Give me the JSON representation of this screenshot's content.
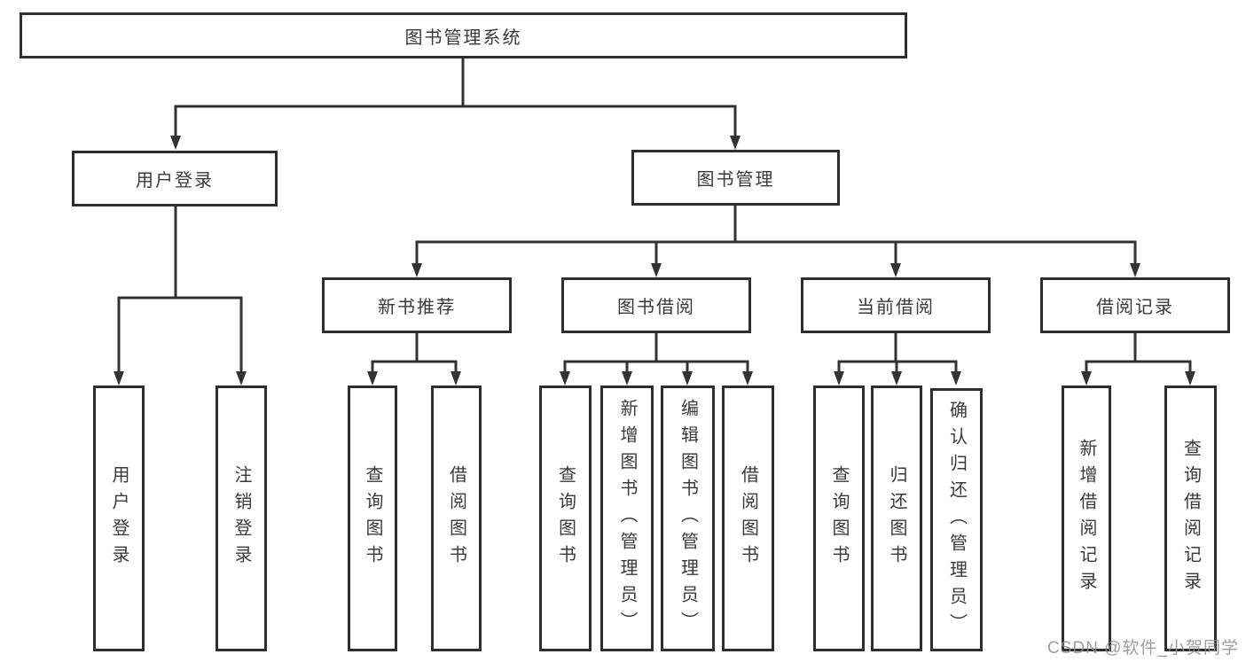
{
  "tree": {
    "label": "图书管理系统",
    "children": [
      {
        "label": "用户登录",
        "children": [
          {
            "label": "用户登录"
          },
          {
            "label": "注销登录"
          }
        ]
      },
      {
        "label": "图书管理",
        "children": [
          {
            "label": "新书推荐",
            "children": [
              {
                "label": "查询图书"
              },
              {
                "label": "借阅图书"
              }
            ]
          },
          {
            "label": "图书借阅",
            "children": [
              {
                "label": "查询图书"
              },
              {
                "label": "新增图书（管理员）"
              },
              {
                "label": "编辑图书（管理员）"
              },
              {
                "label": "借阅图书"
              }
            ]
          },
          {
            "label": "当前借阅",
            "children": [
              {
                "label": "查询图书"
              },
              {
                "label": "归还图书"
              },
              {
                "label": "确认归还（管理员）"
              }
            ]
          },
          {
            "label": "借阅记录",
            "children": [
              {
                "label": "新增借阅记录"
              },
              {
                "label": "查询借阅记录"
              }
            ]
          }
        ]
      }
    ]
  },
  "colors": {
    "line": "#333333",
    "box_border": "#2e2e2e",
    "text": "#3a3a3a",
    "watermark": "#8e8e8e"
  },
  "watermark": {
    "text": "CSDN @软件_小贺同学"
  }
}
